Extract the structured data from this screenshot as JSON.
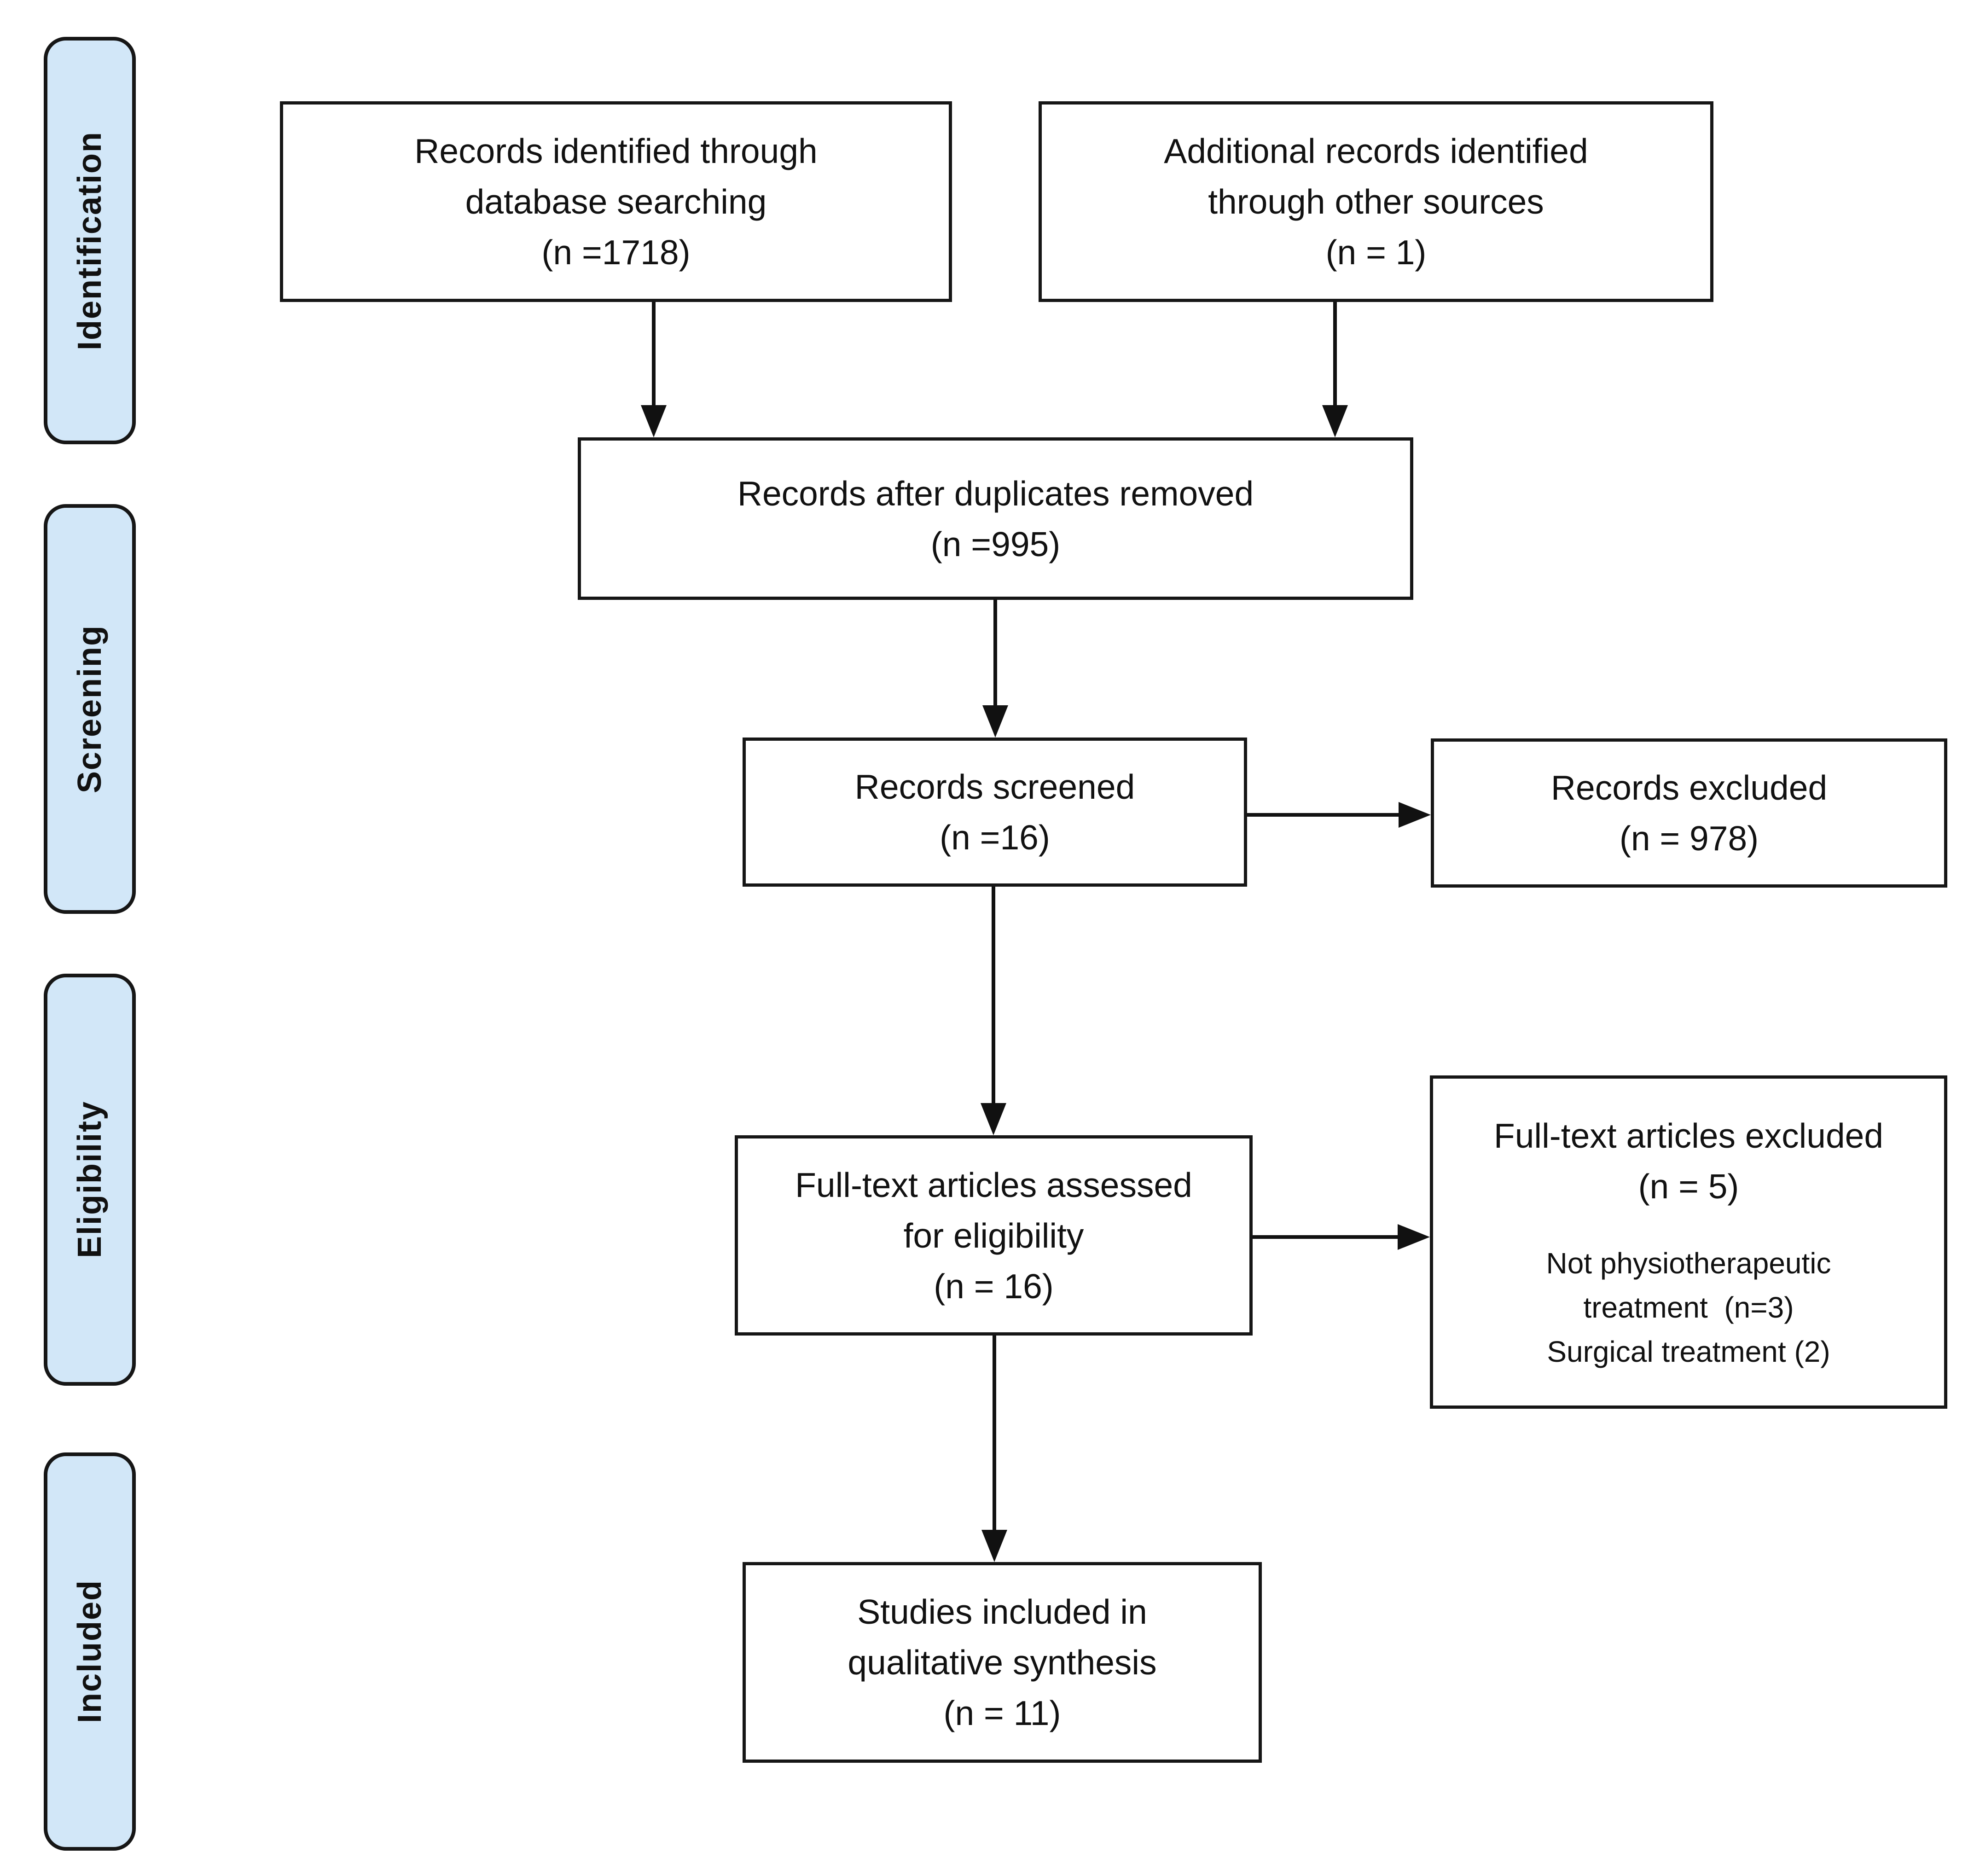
{
  "colors": {
    "background": "#ffffff",
    "stage-fill": "#d2e7f8",
    "stage-border": "#161616",
    "box-fill": "#ffffff",
    "box-border": "#161616",
    "text": "#111111",
    "arrow": "#111111"
  },
  "stages": [
    {
      "label": "Identification"
    },
    {
      "label": "Screening"
    },
    {
      "label": "Eligibility"
    },
    {
      "label": "Included"
    }
  ],
  "boxes": {
    "records_identified": {
      "lines": [
        "Records identified through",
        "database searching",
        "(n =1718)"
      ]
    },
    "additional_records": {
      "lines": [
        "Additional records identified",
        "through other sources",
        "(n = 1)"
      ]
    },
    "duplicates_removed": {
      "lines": [
        "Records after duplicates removed",
        "(n =995)"
      ]
    },
    "records_screened": {
      "lines": [
        "Records screened",
        "(n =16)"
      ]
    },
    "records_excluded": {
      "lines": [
        "Records excluded",
        "(n = 978)"
      ]
    },
    "fulltext_assessed": {
      "lines": [
        "Full-text articles assessed",
        "for eligibility",
        "(n = 16)"
      ]
    },
    "fulltext_excluded": {
      "title_lines": [
        "Full-text articles excluded",
        "(n = 5)"
      ],
      "reason_lines": [
        "Not physiotherapeutic",
        "treatment  (n=3)",
        "Surgical treatment (2)"
      ]
    },
    "studies_included": {
      "lines": [
        "Studies included in",
        "qualitative synthesis",
        "(n = 11)"
      ]
    }
  }
}
